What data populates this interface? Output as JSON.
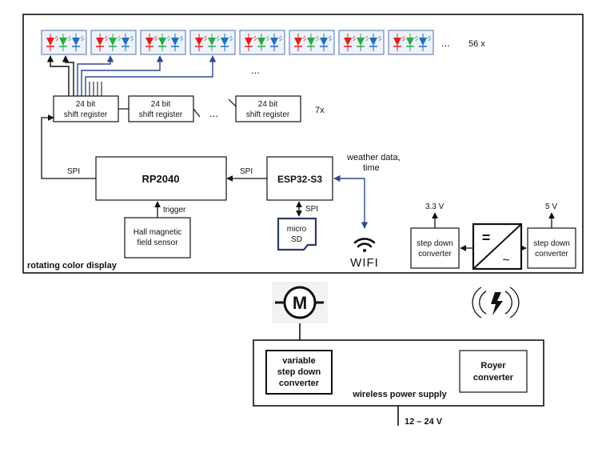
{
  "display": {
    "label": "rotating color display",
    "led_count_label": "56 x",
    "led_ellipsis": "...",
    "led_modules": 8
  },
  "shift_registers": {
    "line1": "24 bit",
    "line2": "shift register",
    "ellipsis": "...",
    "count_label": "7x"
  },
  "rp2040": {
    "label": "RP2040"
  },
  "esp32": {
    "label": "ESP32-S3"
  },
  "hall_sensor": {
    "line1": "Hall magnetic",
    "line2": "field sensor"
  },
  "microsd": {
    "line1": "micro",
    "line2": "SD"
  },
  "wifi": {
    "label": "WIFI"
  },
  "links": {
    "spi_left": "SPI",
    "spi_middle": "SPI",
    "spi_sd": "SPI",
    "trigger": "trigger",
    "weather_line1": "weather data,",
    "weather_line2": "time"
  },
  "power": {
    "v33": "3.3 V",
    "v5": "5 V",
    "stepdown_left_line1": "step down",
    "stepdown_left_line2": "converter",
    "stepdown_right_line1": "step down",
    "stepdown_right_line2": "converter",
    "dcdc_top": "=",
    "dcdc_bottom": "~"
  },
  "motor": {
    "label": "M"
  },
  "supply": {
    "variable_line1": "variable",
    "variable_line2": "step down",
    "variable_line3": "converter",
    "royer_line1": "Royer",
    "royer_line2": "converter",
    "label": "wireless power supply",
    "input_voltage": "12 – 24 V"
  },
  "colors": {
    "led_red": "#e0201c",
    "led_green": "#2aa84a",
    "led_blue": "#1f6fc2",
    "arrow_blue": "#2d4a8a",
    "module_border": "#6d86b8"
  }
}
